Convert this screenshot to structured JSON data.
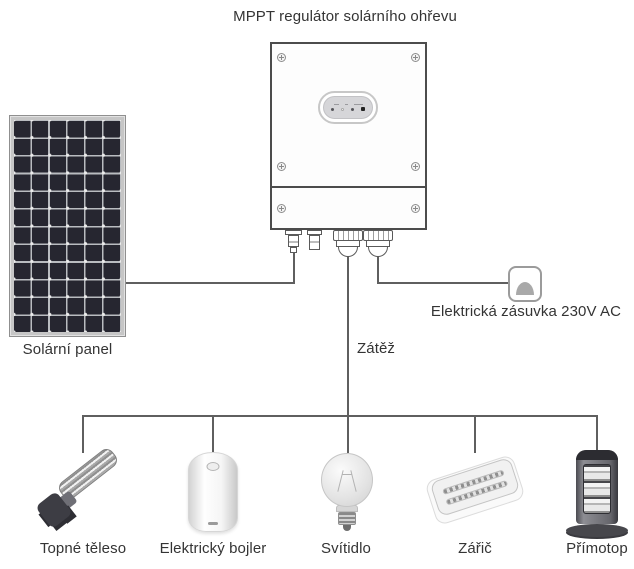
{
  "title": "MPPT regulátor solárního ohřevu",
  "solar_panel": {
    "label": "Solární panel"
  },
  "regulator": {
    "description": "MPPT regulator unit",
    "indicator_led_count": 4
  },
  "socket": {
    "label": "Elektrická zásuvka 230V AC",
    "icon": "power-socket-icon"
  },
  "load": {
    "label": "Zátěž"
  },
  "devices": [
    {
      "id": "topne-teleso",
      "label": "Topné těleso",
      "icon": "heating-element-icon"
    },
    {
      "id": "elektricky-bojler",
      "label": "Elektrický bojler",
      "icon": "boiler-icon"
    },
    {
      "id": "svitidlo",
      "label": "Svítidlo",
      "icon": "light-bulb-icon"
    },
    {
      "id": "zaric",
      "label": "Zářič",
      "icon": "radiant-emitter-icon"
    },
    {
      "id": "primotop",
      "label": "Přímotop",
      "icon": "tower-heater-icon"
    }
  ],
  "colors": {
    "wire": "#5f5f5f",
    "text": "#343434",
    "panel_cells": "#262630",
    "regulator_border": "#4c4c4c"
  }
}
